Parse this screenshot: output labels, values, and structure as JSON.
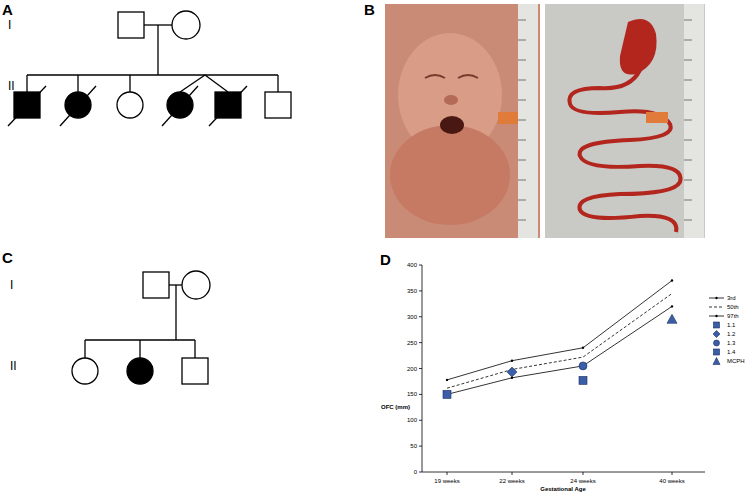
{
  "diagram": {
    "labels": [
      "A",
      "I",
      "II",
      "B",
      "C",
      "I",
      "II",
      "D",
      "400",
      "350",
      "300",
      "250",
      "200",
      "150",
      "100",
      "50",
      "0",
      "OFC (mm)",
      "19 weeks",
      "22 weeks",
      "24 weeks",
      "40 weeks",
      "Gestational Age"
    ],
    "legend": [
      {
        "text": "3rd"
      },
      {
        "text": "50th"
      },
      {
        "text": "97th"
      },
      {
        "text": "1.1"
      },
      {
        "text": "1.2"
      },
      {
        "text": "1.3"
      },
      {
        "text": "1.4"
      },
      {
        "text": "MCPH"
      }
    ]
  }
}
